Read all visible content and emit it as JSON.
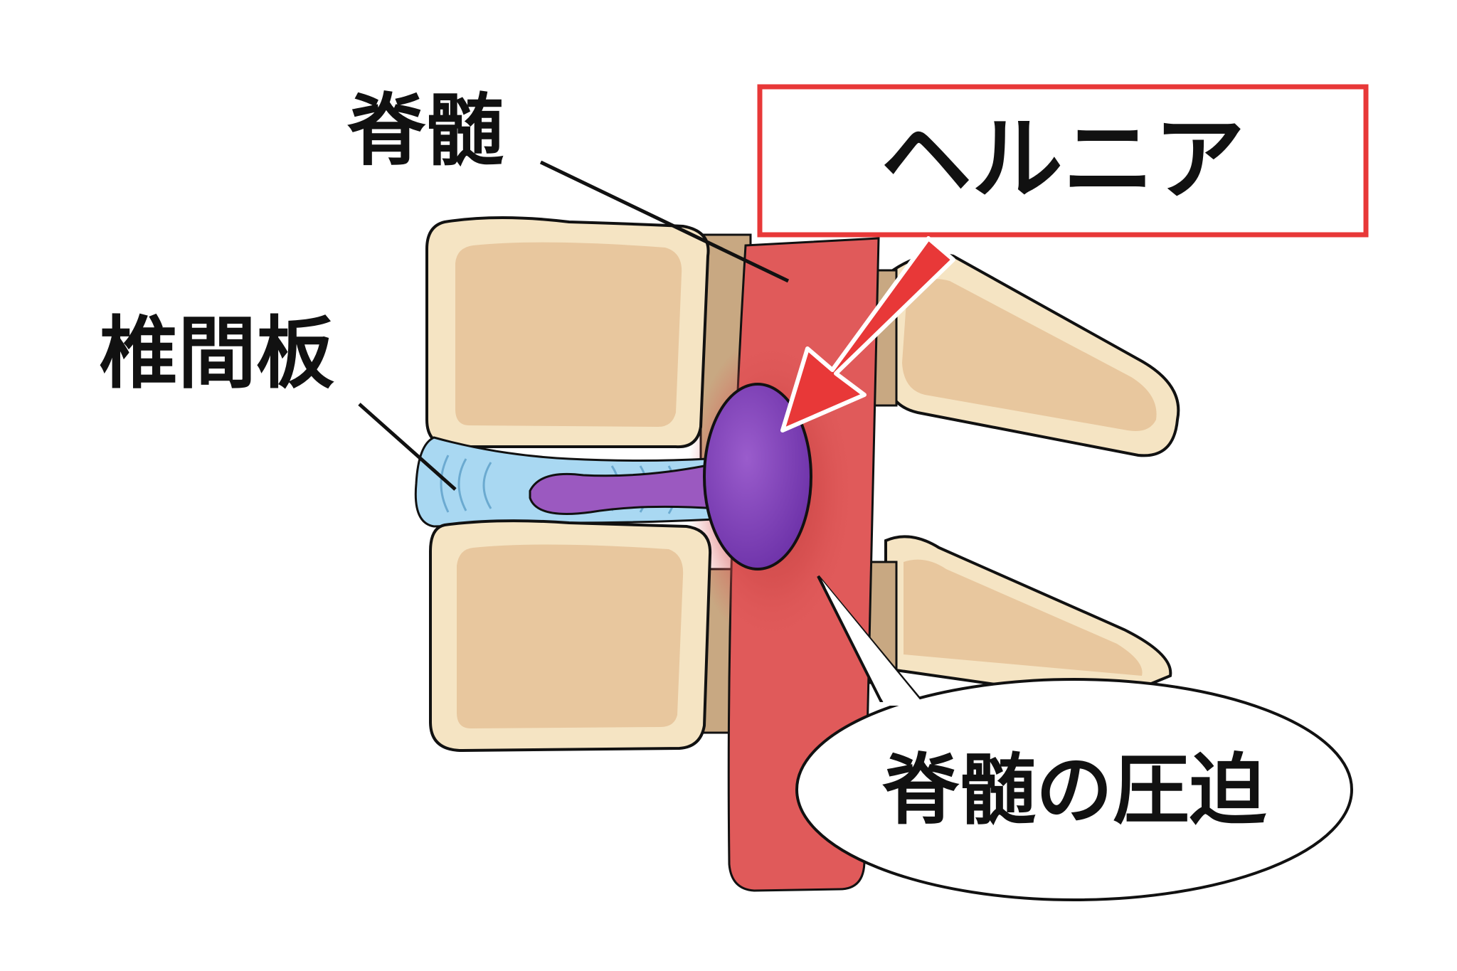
{
  "labels": {
    "spinal_cord": "脊髄",
    "intervertebral_disc": "椎間板",
    "hernia": "ヘルニア",
    "spinal_cord_compression": "脊髄の圧迫"
  },
  "colors": {
    "vertebra_outer": "#f5e4c3",
    "vertebra_inner": "#e8c79e",
    "spinal_cord": "#e05a5a",
    "disc": "#a9d8f2",
    "nucleus": "#9b59c0",
    "hernia": "#7a3fb3",
    "highlight_border": "#e83838",
    "arrow": "#e83838",
    "outline": "#111111"
  }
}
